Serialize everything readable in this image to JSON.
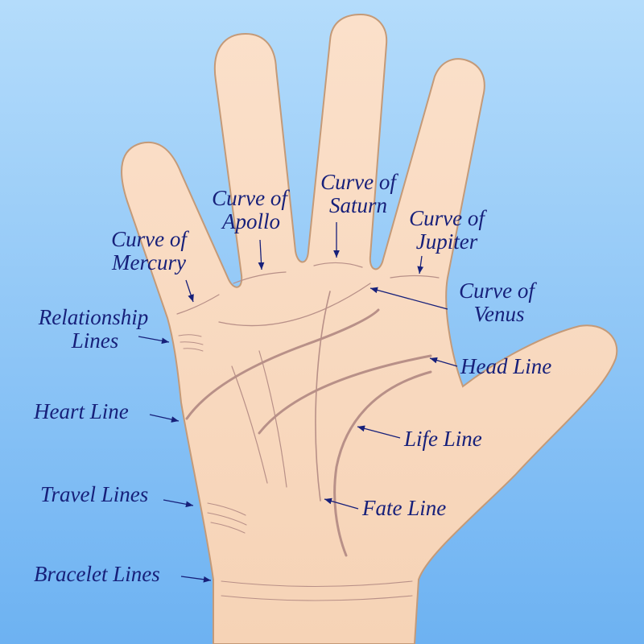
{
  "colors": {
    "background_top": "#b4dcfb",
    "background_bottom": "#6db2f2",
    "skin": "#fadcc4",
    "outline": "#c49a78",
    "label": "#17207a"
  },
  "labels": {
    "apollo": [
      "Curve of",
      "Apollo"
    ],
    "saturn": [
      "Curve of",
      "Saturn"
    ],
    "jupiter": [
      "Curve of",
      "Jupiter"
    ],
    "mercury": [
      "Curve of",
      "Mercury"
    ],
    "relationship": [
      "Relationship",
      "Lines"
    ],
    "venus": [
      "Curve of",
      "Venus"
    ],
    "head": "Head Line",
    "heart": "Heart Line",
    "life": "Life Line",
    "travel": "Travel Lines",
    "fate": "Fate Line",
    "bracelet": "Bracelet Lines"
  }
}
